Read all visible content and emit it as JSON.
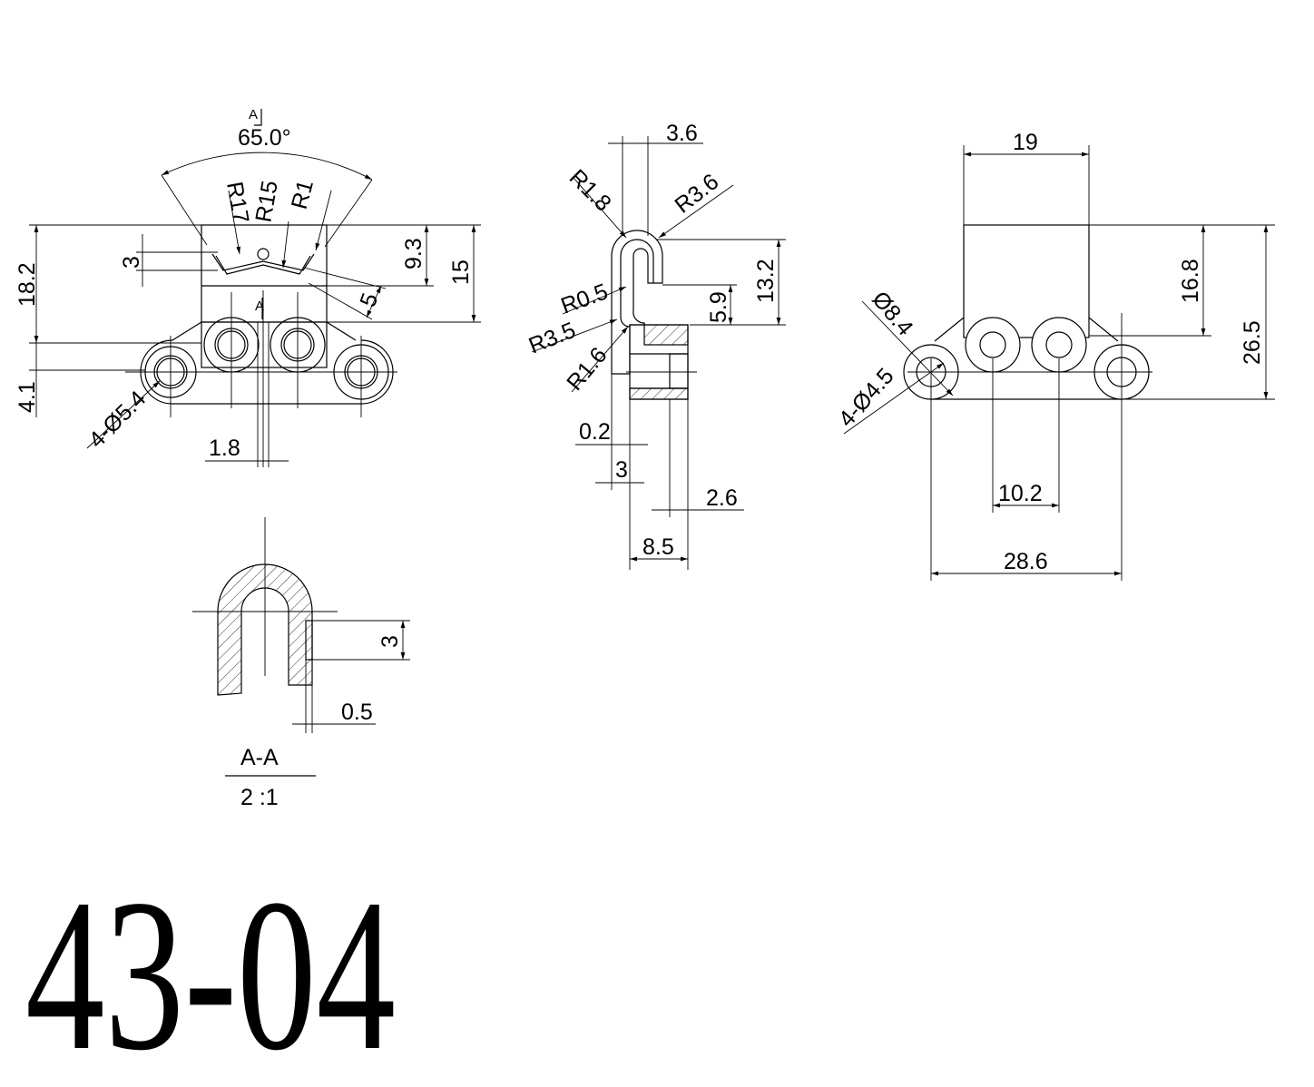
{
  "part_number": "43-04",
  "section_title": "A-A",
  "section_scale": "2 :1",
  "section_marker": "A",
  "front_view": {
    "angle": "65.0°",
    "radius_1": "R17",
    "radius_2": "R15",
    "radius_3": "R1",
    "dim_height": "18.2",
    "dim_3": "3",
    "dim_9_3": "9.3",
    "dim_15": "15",
    "dim_5": "5",
    "dim_4_1": "4.1",
    "holes": "4-Ø5.4",
    "dim_1_8": "1.8"
  },
  "side_view": {
    "dim_3_6": "3.6",
    "radius_1_8": "R1.8",
    "radius_3_6": "R3.6",
    "dim_13_2": "13.2",
    "radius_0_5": "R0.5",
    "dim_5_9": "5.9",
    "radius_3_5": "R3.5",
    "radius_1_6": "R1.6",
    "dim_0_2": "0.2",
    "dim_3": "3",
    "dim_2_6": "2.6",
    "dim_8_5": "8.5"
  },
  "top_view": {
    "dim_19": "19",
    "dim_16_8": "16.8",
    "dim_26_5": "26.5",
    "dia_8_4": "Ø8.4",
    "holes": "4-Ø4.5",
    "dim_10_2": "10.2",
    "dim_28_6": "28.6"
  },
  "section_view": {
    "dim_3": "3",
    "dim_0_5": "0.5"
  }
}
